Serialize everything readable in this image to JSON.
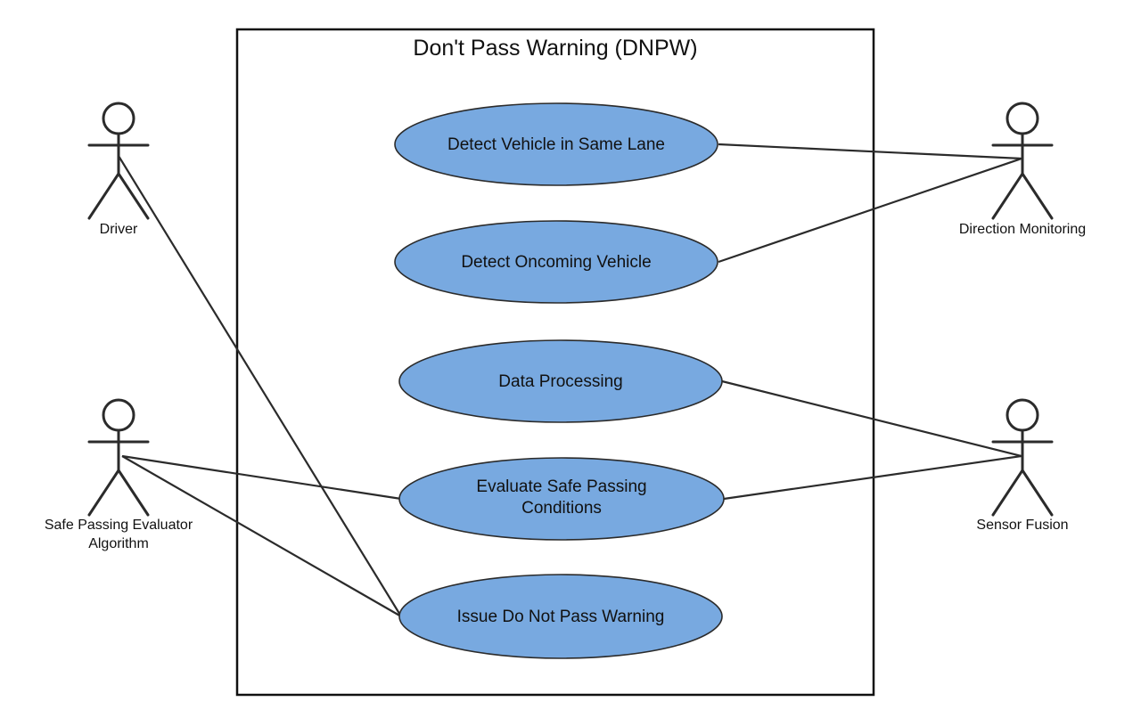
{
  "system": {
    "title": "Don't Pass Warning (DNPW)"
  },
  "use_cases": {
    "detect_same_lane": {
      "label": "Detect Vehicle in Same Lane"
    },
    "detect_oncoming": {
      "label": "Detect Oncoming Vehicle"
    },
    "data_processing": {
      "label": "Data Processing"
    },
    "evaluate_safe_passing": {
      "line1": "Evaluate Safe Passing",
      "line2": "Conditions"
    },
    "issue_warning": {
      "label": "Issue Do Not Pass Warning"
    }
  },
  "actors": {
    "driver": {
      "label": "Driver"
    },
    "safe_passing_evaluator": {
      "line1": "Safe Passing Evaluator",
      "line2": "Algorithm"
    },
    "direction_monitoring": {
      "label": "Direction Monitoring"
    },
    "sensor_fusion": {
      "label": "Sensor Fusion"
    }
  },
  "colors": {
    "use_case_fill": "#78a9e0",
    "line": "#2b2b2b"
  }
}
